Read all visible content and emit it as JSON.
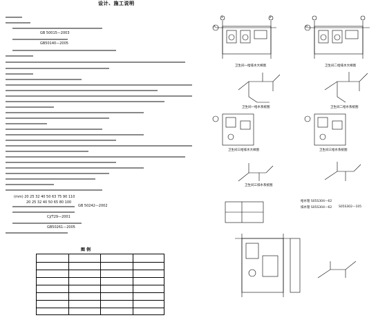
{
  "notes": {
    "title": "设计、施工说明",
    "text_lines": [
      "GB 50015—2003",
      "GB50140—2005",
      "GB 50242—2002",
      "(mm) 20 25 32 40 50 63 75 90 110",
      "20 25 32 40 50 65 80 100",
      "CJ/T29—2001",
      "GB50261—2005"
    ]
  },
  "legend": {
    "title": "图 例"
  },
  "drawings": {
    "captions": [
      "卫生间一给排水大样图",
      "卫生间二给排水大样图",
      "卫生间一给水系统图",
      "卫生间二给水系统图",
      "卫生间三给排水大样图",
      "卫生间三给水系统图",
      "卫生间三排水系统图"
    ],
    "section_notes": [
      "给水管 S05S304—62",
      "排水管 S05S304—62",
      "S05S302—105"
    ],
    "axis_marks": [
      "A",
      "B",
      "1",
      "2"
    ]
  }
}
